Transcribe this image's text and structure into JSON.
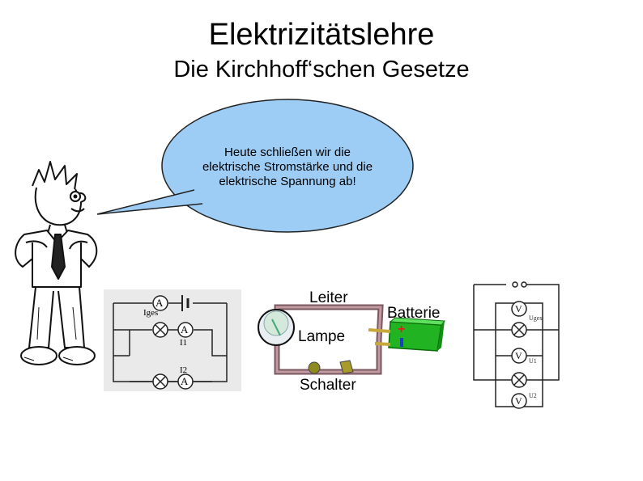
{
  "slide": {
    "title": "Elektrizitätslehre",
    "subtitle": "Die Kirchhoff‘schen Gesetze"
  },
  "speech_bubble": {
    "lines": [
      "Heute schließen wir die",
      "elektrische Stromstärke und die",
      "elektrische Spannung ab!"
    ],
    "fill_color": "#9dcdf5"
  },
  "circuit_photo": {
    "labels": {
      "conductor": "Leiter",
      "battery": "Batterie",
      "lamp": "Lampe",
      "switch": "Schalter"
    }
  },
  "parallel_current_diagram": {
    "meter_symbols": [
      "A",
      "A",
      "A"
    ],
    "labels": {
      "total": "Iges",
      "branch1": "I1",
      "branch2": "I2"
    }
  },
  "voltage_diagram": {
    "meter_symbols": [
      "V",
      "V",
      "V"
    ],
    "labels": {
      "total": "Uges",
      "branch1": "U1",
      "branch2": "U2"
    }
  }
}
